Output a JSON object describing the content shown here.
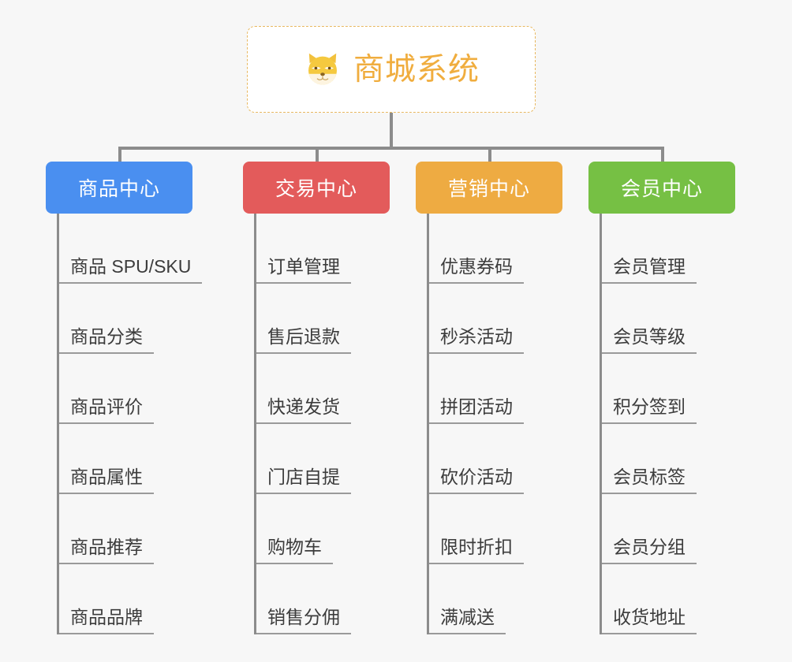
{
  "page": {
    "background": "#f7f7f7",
    "connector_color": "#8c8c8c"
  },
  "root": {
    "title": "商城系统",
    "icon": "shiba-dog-face-icon",
    "border_color": "#e8b860",
    "text_color": "#f0ad3e",
    "background": "#ffffff"
  },
  "branches": [
    {
      "label": "商品中心",
      "color": "#4a8ff0",
      "items": [
        "商品 SPU/SKU",
        "商品分类",
        "商品评价",
        "商品属性",
        "商品推荐",
        "商品品牌"
      ]
    },
    {
      "label": "交易中心",
      "color": "#e35b5b",
      "items": [
        "订单管理",
        "售后退款",
        "快递发货",
        "门店自提",
        "购物车",
        "销售分佣"
      ]
    },
    {
      "label": "营销中心",
      "color": "#eeab42",
      "items": [
        "优惠券码",
        "秒杀活动",
        "拼团活动",
        "砍价活动",
        "限时折扣",
        "满减送"
      ]
    },
    {
      "label": "会员中心",
      "color": "#76c044",
      "items": [
        "会员管理",
        "会员等级",
        "积分签到",
        "会员标签",
        "会员分组",
        "收货地址"
      ]
    }
  ]
}
